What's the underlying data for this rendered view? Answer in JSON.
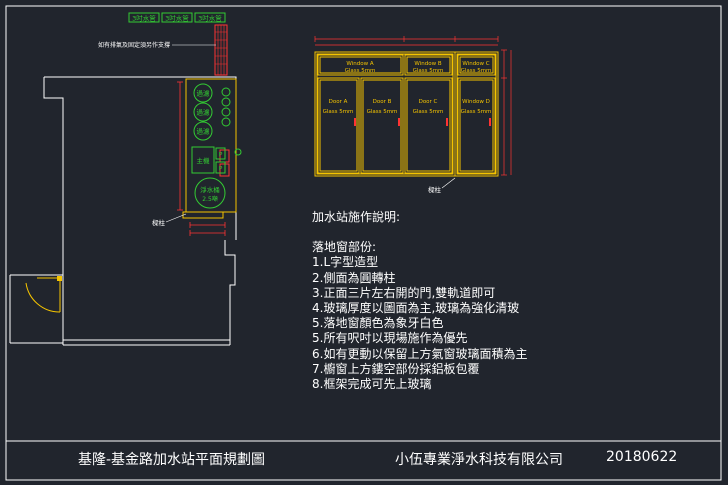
{
  "plan": {
    "top_labels": [
      "3吋水管",
      "3吋水管",
      "3吋水管"
    ],
    "wall_note": "如有排氣及固定須另作支撐",
    "equipment": {
      "filter_1": "過濾",
      "filter_2": "過濾",
      "filter_3": "過濾",
      "main_unit": "主機",
      "p1": "P",
      "p2": "P",
      "tank": "淨水桶",
      "tank_capacity": "2.5噸"
    },
    "callout_left": "樑柱",
    "callout_right": "樑柱"
  },
  "elevation": {
    "window_a_name": "Window  A",
    "window_a_glass": "Glass 5mm",
    "window_b_name": "Window  B",
    "window_b_glass": "Glass 5mm",
    "window_c_name": "Window  C",
    "window_c_glass": "Glass 5mm",
    "window_d_name": "Window  D",
    "window_d_glass": "Glass 5mm",
    "door_a_name": "Door A",
    "door_a_glass": "Glass 5mm",
    "door_b_name": "Door B",
    "door_b_glass": "Glass 5mm",
    "door_c_name": "Door C",
    "door_c_glass": "Glass 5mm"
  },
  "notes": {
    "heading": "加水站施作說明:",
    "subheading": "落地窗部份:",
    "items": [
      "1.L字型造型",
      "2.側面為圓轉柱",
      "3.正面三片左右開的門,雙軌道即可",
      "4.玻璃厚度以圖面為主,玻璃為強化清玻",
      "5.落地窗顏色為象牙白色",
      "5.所有呎吋以現場施作為優先",
      "6.如有更動以保留上方氣窗玻璃面積為主",
      "7.櫥窗上方鏤空部份採鋁板包覆",
      "8.框架完成可先上玻璃"
    ]
  },
  "title_block": {
    "project": "基隆-基金路加水站平面規劃圖",
    "company": "小伍專業淨水科技有限公司",
    "date": "20180622"
  },
  "colors": {
    "background": "#21252d",
    "wall": "#ffffff",
    "frame": "#f5c400",
    "equipment": "#33cc33",
    "pipe": "#ff3333",
    "dimension": "#ff3333"
  }
}
